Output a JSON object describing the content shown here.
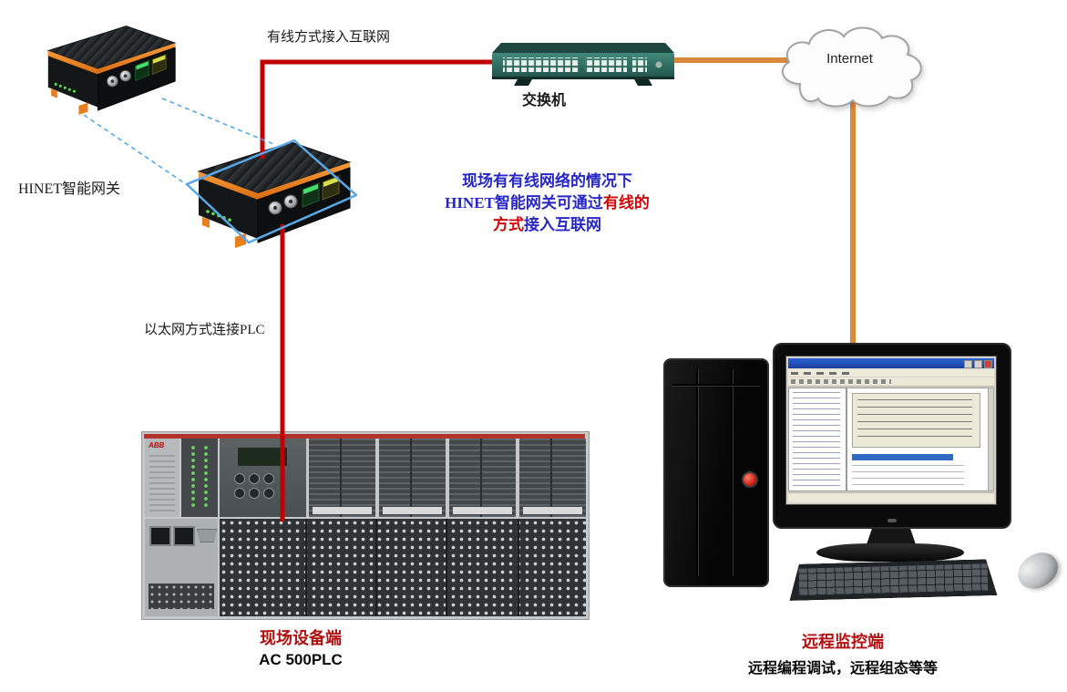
{
  "labels": {
    "hinet_gateway": "HINET智能网关",
    "wired_link": "有线方式接入互联网",
    "switch": "交换机",
    "internet": "Internet",
    "plc_link": "以太网方式连接PLC",
    "plc_logo": "ABB",
    "field_title": "现场设备端",
    "field_subtitle": "AC 500PLC",
    "remote_title": "远程监控端",
    "remote_subtitle": "远程编程调试，远程组态等等"
  },
  "note": {
    "line1": "现场有有线网络的情况下",
    "line2_blue": "HINET智能网关可通过",
    "line2_red": "有线的",
    "line3_red": "方式",
    "line3_blue": "接入互联网"
  },
  "colors": {
    "line_red": "#c00000",
    "line_orange": "#d98a3d",
    "note_blue": "#2727c8",
    "note_red": "#d00505",
    "title_red": "#b01010",
    "callout_blue": "#58a8e8"
  }
}
